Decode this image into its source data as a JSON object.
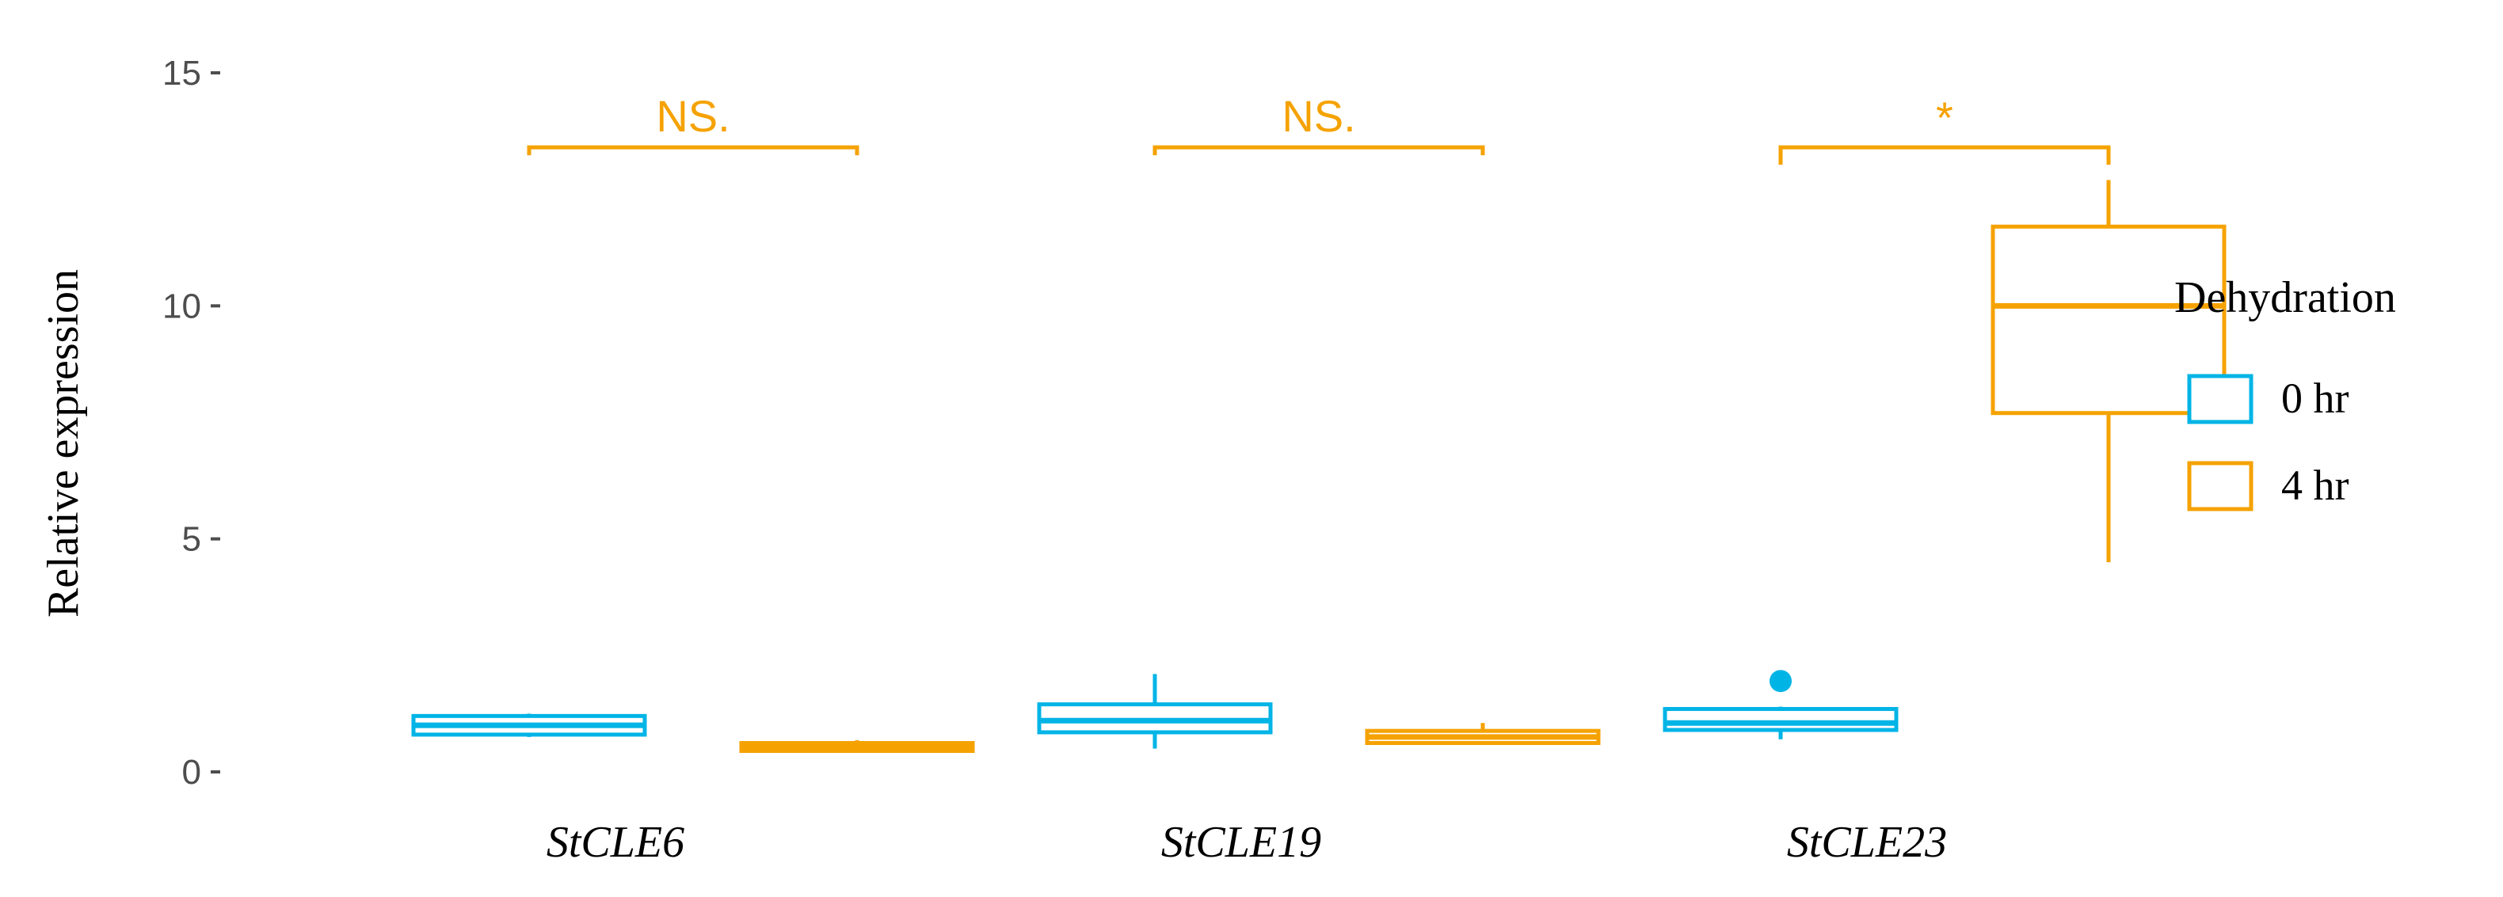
{
  "chart_data": {
    "type": "boxplot",
    "ylabel": "Relative expression",
    "ylim": [
      0,
      15
    ],
    "yticks": [
      0,
      5,
      10,
      15
    ],
    "categories": [
      "StCLE6",
      "StCLE19",
      "StCLE23"
    ],
    "grid": false,
    "legend": {
      "title": "Dehydration",
      "placement": "right",
      "entries": [
        {
          "label": "0 hr",
          "color": "#00B4E6"
        },
        {
          "label": "4 hr",
          "color": "#F5A200"
        }
      ]
    },
    "series": [
      {
        "name": "0 hr",
        "color": "#00B4E6",
        "boxes": [
          {
            "category": "StCLE6",
            "min": 0.75,
            "q1": 0.8,
            "median": 1.0,
            "q3": 1.2,
            "max": 1.25,
            "outliers": []
          },
          {
            "category": "StCLE19",
            "min": 0.5,
            "q1": 0.85,
            "median": 1.1,
            "q3": 1.45,
            "max": 2.1,
            "outliers": []
          },
          {
            "category": "StCLE23",
            "min": 0.7,
            "q1": 0.9,
            "median": 1.05,
            "q3": 1.35,
            "max": 1.4,
            "outliers": [
              1.95
            ]
          }
        ]
      },
      {
        "name": "4 hr",
        "color": "#F5A200",
        "boxes": [
          {
            "category": "StCLE6",
            "min": 0.42,
            "q1": 0.45,
            "median": 0.52,
            "q3": 0.62,
            "max": 0.68,
            "outliers": []
          },
          {
            "category": "StCLE19",
            "min": 0.6,
            "q1": 0.62,
            "median": 0.75,
            "q3": 0.88,
            "max": 1.05,
            "outliers": []
          },
          {
            "category": "StCLE23",
            "min": 4.5,
            "q1": 7.7,
            "median": 10.0,
            "q3": 11.7,
            "max": 12.7,
            "outliers": []
          }
        ]
      }
    ],
    "annotations": [
      {
        "category": "StCLE6",
        "text": "NS.",
        "y": 13.4,
        "color": "#F5A200"
      },
      {
        "category": "StCLE19",
        "text": "NS.",
        "y": 13.4,
        "color": "#F5A200"
      },
      {
        "category": "StCLE23",
        "text": "*",
        "y": 13.4,
        "color": "#F5A200"
      }
    ]
  }
}
